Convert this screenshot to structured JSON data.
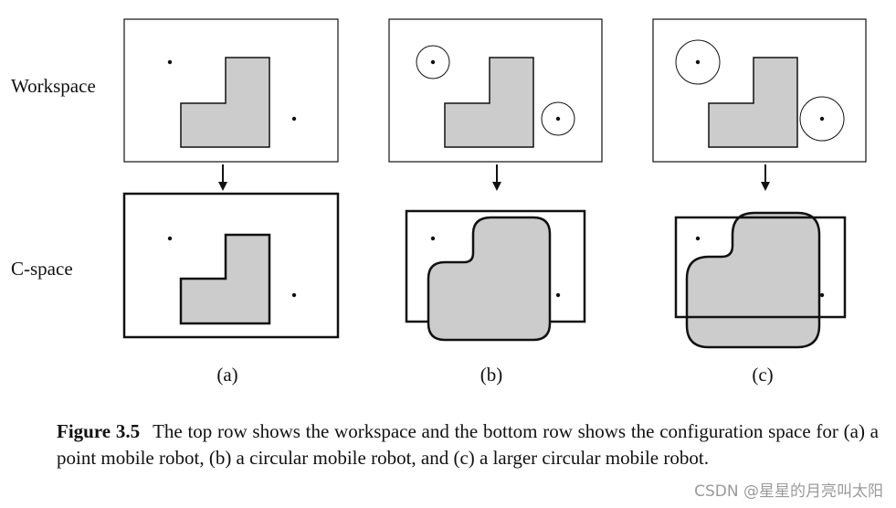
{
  "rows": {
    "top_label": "Workspace",
    "bottom_label": "C-space"
  },
  "panels": [
    {
      "label": "(a)"
    },
    {
      "label": "(b)"
    },
    {
      "label": "(c)"
    }
  ],
  "caption": {
    "figure_number": "Figure 3.5",
    "text": "The top row shows the workspace and the bottom row shows the configuration space for (a) a point mobile robot, (b) a circular mobile robot, and (c) a larger circular mobile robot."
  },
  "watermark": "CSDN @星星的月亮叫太阳",
  "colors": {
    "obstacle_fill": "#cccccc",
    "stroke": "#111111"
  }
}
